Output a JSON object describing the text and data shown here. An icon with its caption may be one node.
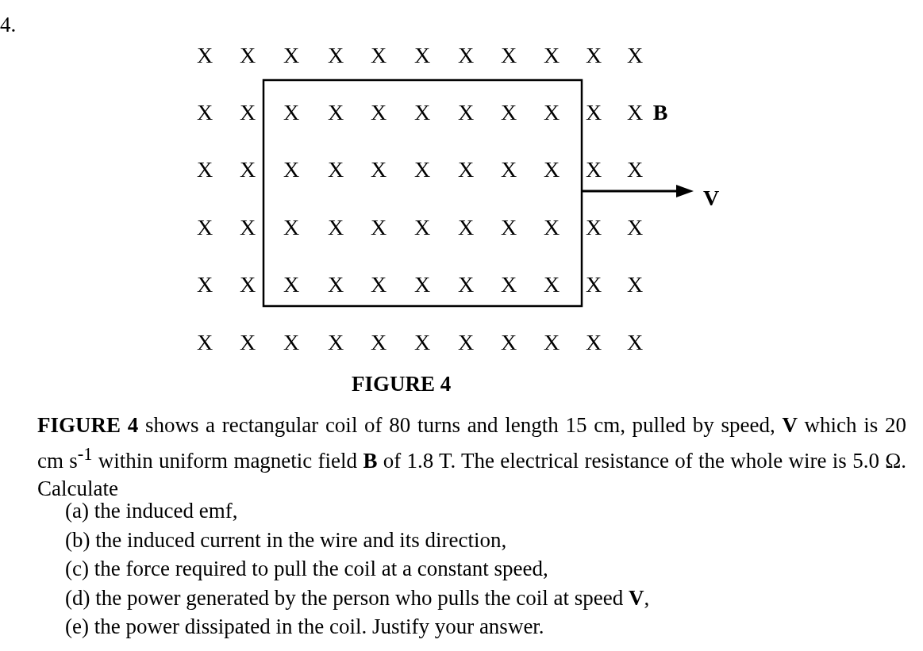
{
  "diagram": {
    "caption": "FIGURE 4",
    "labels": [
      "4.",
      "X",
      "X",
      "X",
      "X",
      "X",
      "X",
      "X",
      "X",
      "X",
      "X",
      "X",
      "X",
      "X",
      "X",
      "X",
      "X",
      "X",
      "X",
      "X",
      "X",
      "X",
      "X",
      "B",
      "X",
      "X",
      "X",
      "X",
      "X",
      "X",
      "X",
      "X",
      "X",
      "X",
      "X",
      "V",
      "X",
      "X",
      "X",
      "X",
      "X",
      "X",
      "X",
      "X",
      "X",
      "X",
      "X",
      "X",
      "X",
      "X",
      "X",
      "X",
      "X",
      "X",
      "X",
      "X",
      "X",
      "X",
      "X",
      "X",
      "X",
      "X",
      "X",
      "X",
      "X",
      "X",
      "X",
      "X",
      "X",
      "**FIGURE 4** shows a rectangular coil of 80 turns and length 15 cm, pulled by speed, **V** which is 20 cm s$^{-1}$ within uniform magnetic field **B** of 1.8 T. The electrical resistance of the whole wire is 5.0 Ω. Calculate",
      "(a) the induced emf,",
      "(b) the induced current in the wire and its direction,",
      "(c) the force required to pull the coil at a constant speed,",
      "(d) the power generated by the person who pulls the coil at speed **V**,",
      "(e) the power dissipated in the coil. Justify your answer."
    ]
  }
}
